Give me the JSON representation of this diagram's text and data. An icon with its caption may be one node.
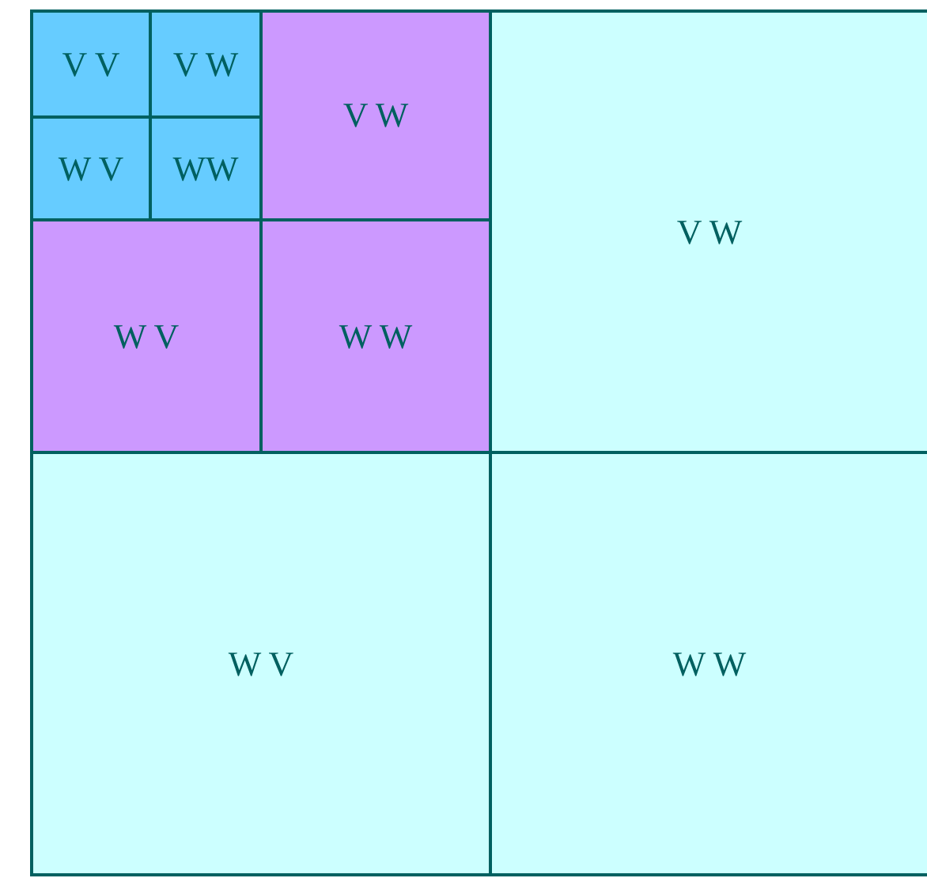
{
  "diagram": {
    "nodes": [
      {
        "text": [
          "V V"
        ]
      },
      {
        "text": [
          "V W"
        ]
      },
      {
        "text": [
          "W V"
        ]
      },
      {
        "text": [
          "WW"
        ]
      },
      {
        "text": [
          "V W"
        ]
      },
      {
        "text": [
          "W V"
        ]
      },
      {
        "text": [
          "W W"
        ]
      },
      {
        "text": [
          "V W"
        ]
      },
      {
        "text": [
          "W V"
        ]
      },
      {
        "text": [
          "W W"
        ]
      }
    ]
  }
}
